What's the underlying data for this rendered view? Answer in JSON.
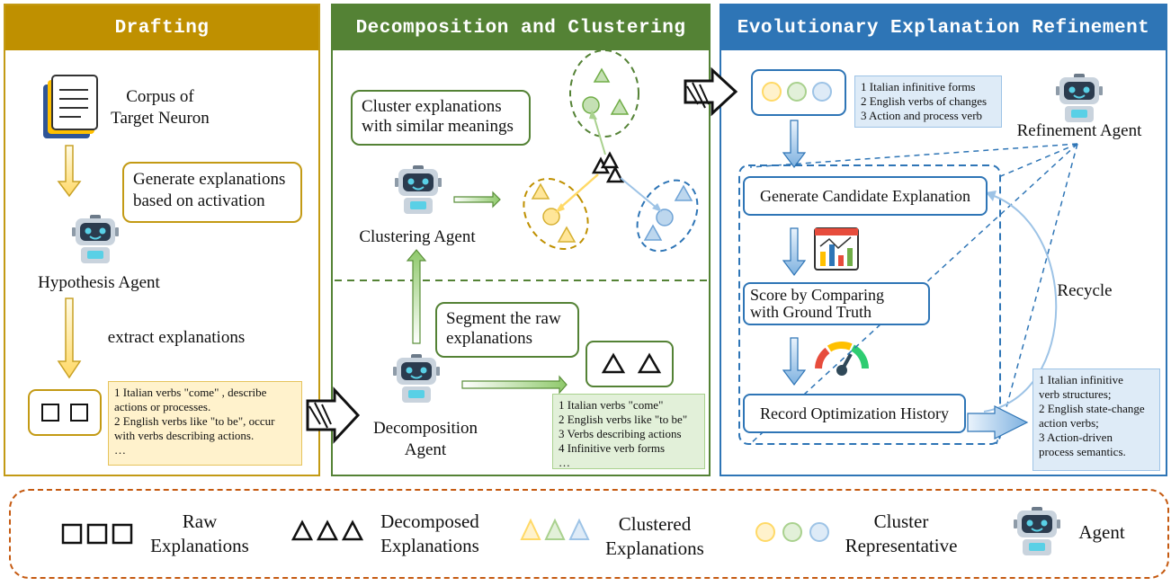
{
  "panels": {
    "drafting": {
      "title": "Drafting"
    },
    "decomposition": {
      "title": "Decomposition and Clustering"
    },
    "refinement": {
      "title": "Evolutionary Explanation Refinement"
    }
  },
  "drafting": {
    "corpus_label": "Corpus of\nTarget Neuron",
    "bubble": "Generate explanations\nbased on activation",
    "agent_label": "Hypothesis Agent",
    "arrow_label": "extract explanations",
    "note_lines": [
      "1 Italian verbs \"come\" , describe",
      "actions or processes.",
      "2 English verbs like \"to be\", occur",
      "with verbs describing actions.",
      "…"
    ]
  },
  "decomposition": {
    "cluster_bubble": "Cluster explanations\nwith similar meanings",
    "cluster_agent_label": "Clustering Agent",
    "segment_bubble": "Segment the raw\nexplanations",
    "decomp_agent_label": "Decomposition\nAgent",
    "note_lines": [
      "1 Italian verbs \"come\"",
      "2 English verbs like \"to be\"",
      "3 Verbs describing actions",
      "4 Infinitive verb forms",
      "…"
    ]
  },
  "refinement": {
    "top_note_lines": [
      "1 Italian infinitive forms",
      "2 English verbs of changes",
      "3 Action and process verb"
    ],
    "agent_label": "Refinement Agent",
    "steps": {
      "generate": "Generate Candidate Explanation",
      "score": "Score by Comparing\nwith Ground Truth",
      "record": "Record Optimization History"
    },
    "recycle_label": "Recycle",
    "final_note_lines": [
      "1 Italian infinitive",
      "verb  structures;",
      "2 English state-change",
      "action verbs;",
      "3 Action-driven",
      "process semantics."
    ]
  },
  "legend": [
    {
      "label": "Raw\nExplanations",
      "icon": "squares"
    },
    {
      "label": "Decomposed\nExplanations",
      "icon": "triangles-outline"
    },
    {
      "label": "Clustered\nExplanations",
      "icon": "triangles-colored"
    },
    {
      "label": "Cluster\nRepresentative",
      "icon": "circles-colored"
    },
    {
      "label": "Agent",
      "icon": "robot-icon"
    }
  ],
  "colors": {
    "drafting": "#bf9000",
    "decomposition": "#548235",
    "refinement": "#2e75b6",
    "yellow_fill": "#fff2cc",
    "green_fill": "#e2f0d9",
    "blue_fill": "#deebf7",
    "legend_border": "#c55a11"
  }
}
